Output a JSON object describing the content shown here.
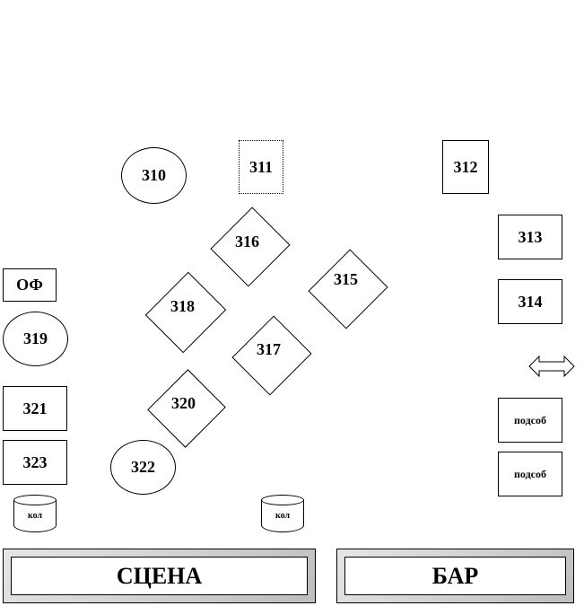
{
  "tables": {
    "t310": "310",
    "t311": "311",
    "t312": "312",
    "t313": "313",
    "t314": "314",
    "t315": "315",
    "t316": "316",
    "t317": "317",
    "t318": "318",
    "t319": "319",
    "t320": "320",
    "t321": "321",
    "t322": "322",
    "t323": "323"
  },
  "labels": {
    "of": "ОФ",
    "podsob1": "подсоб",
    "podsob2": "подсоб",
    "kol1": "кол",
    "kol2": "кол"
  },
  "areas": {
    "stage": "СЦЕНА",
    "bar": "БАР"
  },
  "icons": {
    "double_arrow": "double-arrow-icon"
  }
}
